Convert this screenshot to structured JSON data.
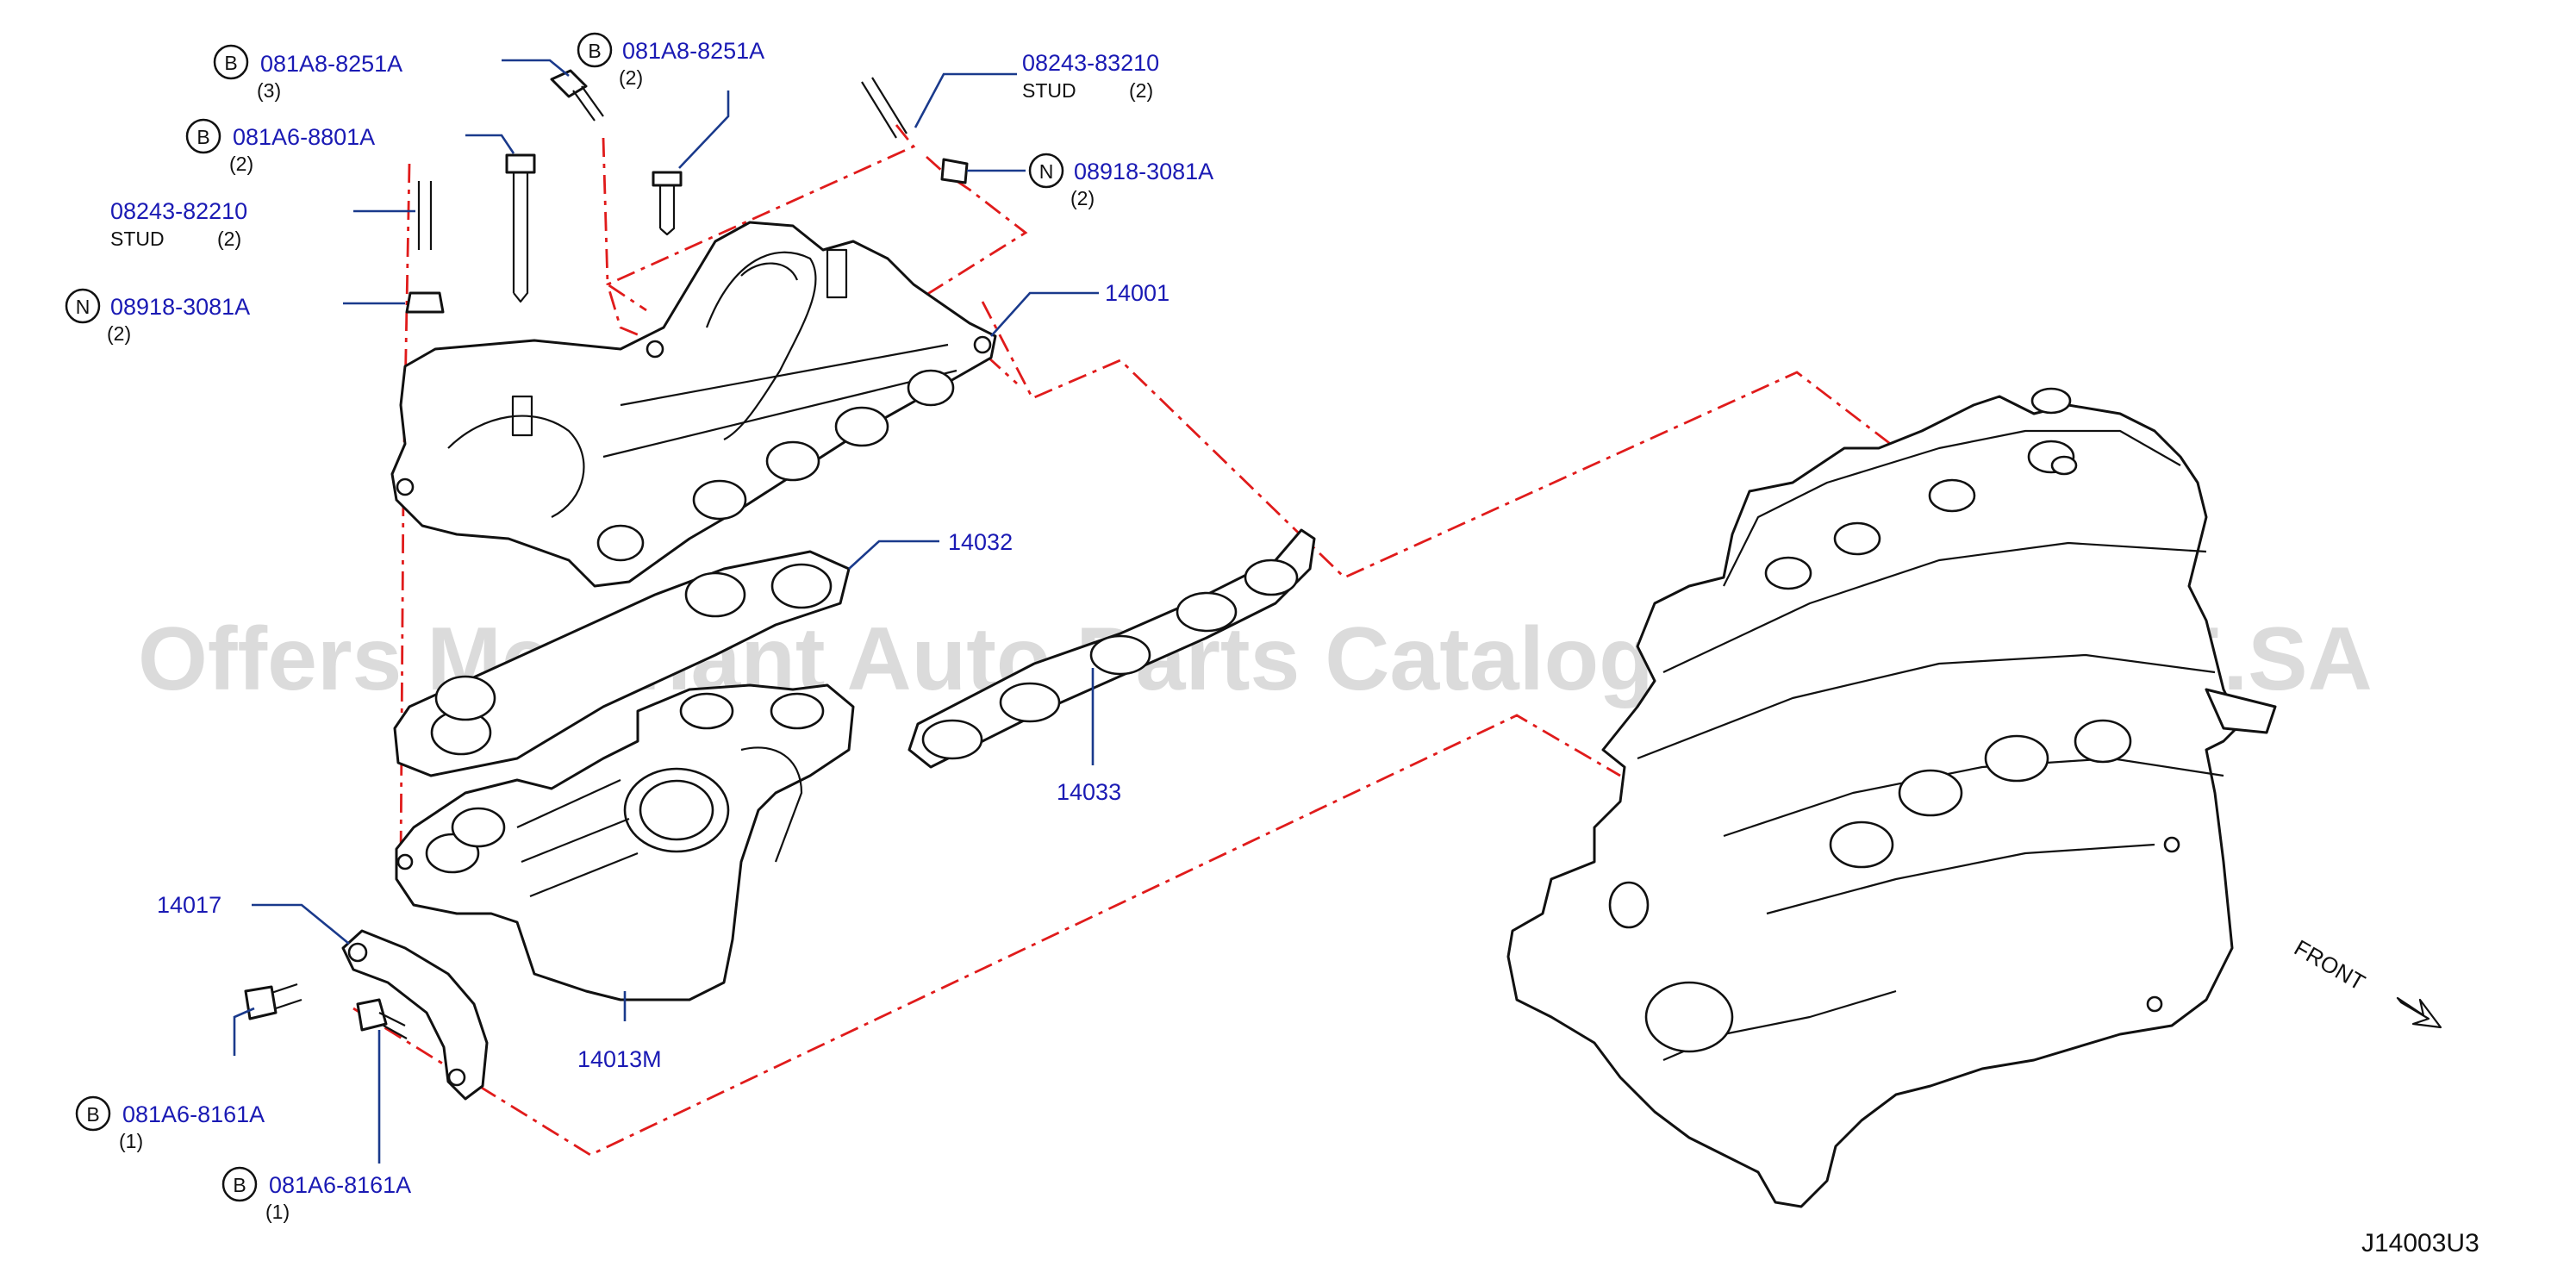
{
  "diagram_code": "J14003U3",
  "watermark": "Offers Merchant Auto Parts Catalog PARTSTORE.SA",
  "front_label": "FRONT",
  "colors": {
    "label_blue": "#1a1ab4",
    "leader_blue": "#1a3a8c",
    "chain_red": "#e01b1b",
    "line_black": "#111111",
    "watermark_grey": "#c7c7c7"
  },
  "callouts": {
    "bolt_b_8251_left": {
      "badge": "B",
      "part_no": "081A8-8251A",
      "qty": "(3)"
    },
    "bolt_b_8251_right": {
      "badge": "B",
      "part_no": "081A8-8251A",
      "qty": "(2)"
    },
    "bolt_b_8801": {
      "badge": "B",
      "part_no": "081A6-8801A",
      "qty": "(2)"
    },
    "stud_82210": {
      "part_no": "08243-82210",
      "desc": "STUD",
      "qty": "(2)"
    },
    "nut_n_left": {
      "badge": "N",
      "part_no": "08918-3081A",
      "qty": "(2)"
    },
    "stud_83210": {
      "part_no": "08243-83210",
      "desc": "STUD",
      "qty": "(2)"
    },
    "nut_n_right": {
      "badge": "N",
      "part_no": "08918-3081A",
      "qty": "(2)"
    },
    "part_14001": {
      "part_no": "14001"
    },
    "part_14032": {
      "part_no": "14032"
    },
    "part_14033": {
      "part_no": "14033"
    },
    "part_14017": {
      "part_no": "14017"
    },
    "part_14013m": {
      "part_no": "14013M"
    },
    "bolt_b_8161_a": {
      "badge": "B",
      "part_no": "081A6-8161A",
      "qty": "(1)"
    },
    "bolt_b_8161_b": {
      "badge": "B",
      "part_no": "081A6-8161A",
      "qty": "(1)"
    }
  }
}
